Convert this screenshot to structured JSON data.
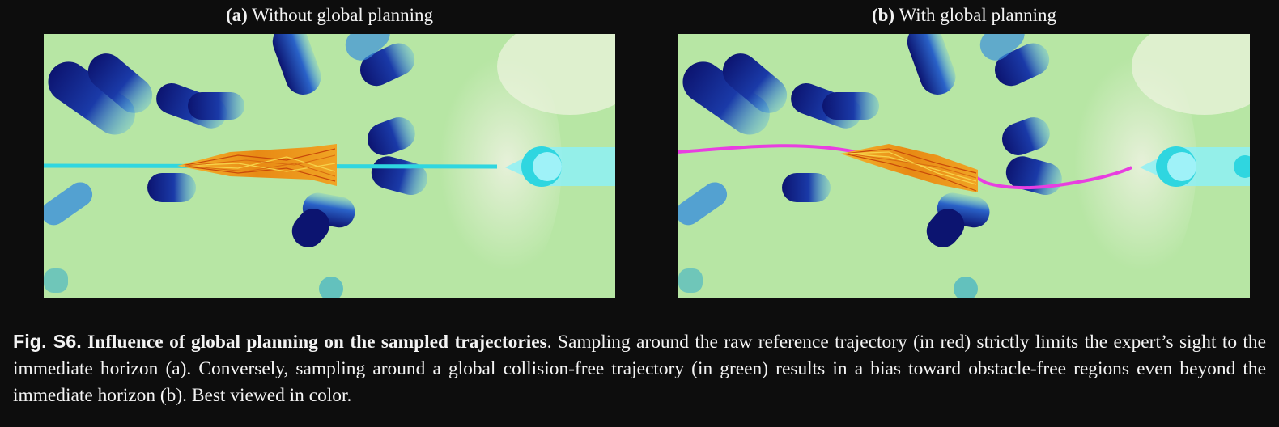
{
  "panels": [
    {
      "label": "(a)",
      "title": "Without global planning"
    },
    {
      "label": "(b)",
      "title": "With global planning"
    }
  ],
  "caption": {
    "label": "Fig. S6.",
    "title": "Influence of global planning on the sampled trajectories",
    "text": ". Sampling around the raw reference trajectory (in red) strictly limits the expert’s sight to the immediate horizon (a). Conversely, sampling around a global collision-free trajectory (in green) results in a bias toward obstacle-free regions even beyond the immediate horizon (b). Best viewed in color."
  },
  "colors": {
    "background": "#0d0d0d",
    "ground": "#b7e6a4",
    "obstacle_dark": "#0c1470",
    "obstacle_light": "#3fa0e8",
    "reference_line": "#2fd6e0",
    "global_path": "#e83ee0",
    "trajectory_bundle": "#f0a020",
    "goal": "#7fe8f4"
  }
}
